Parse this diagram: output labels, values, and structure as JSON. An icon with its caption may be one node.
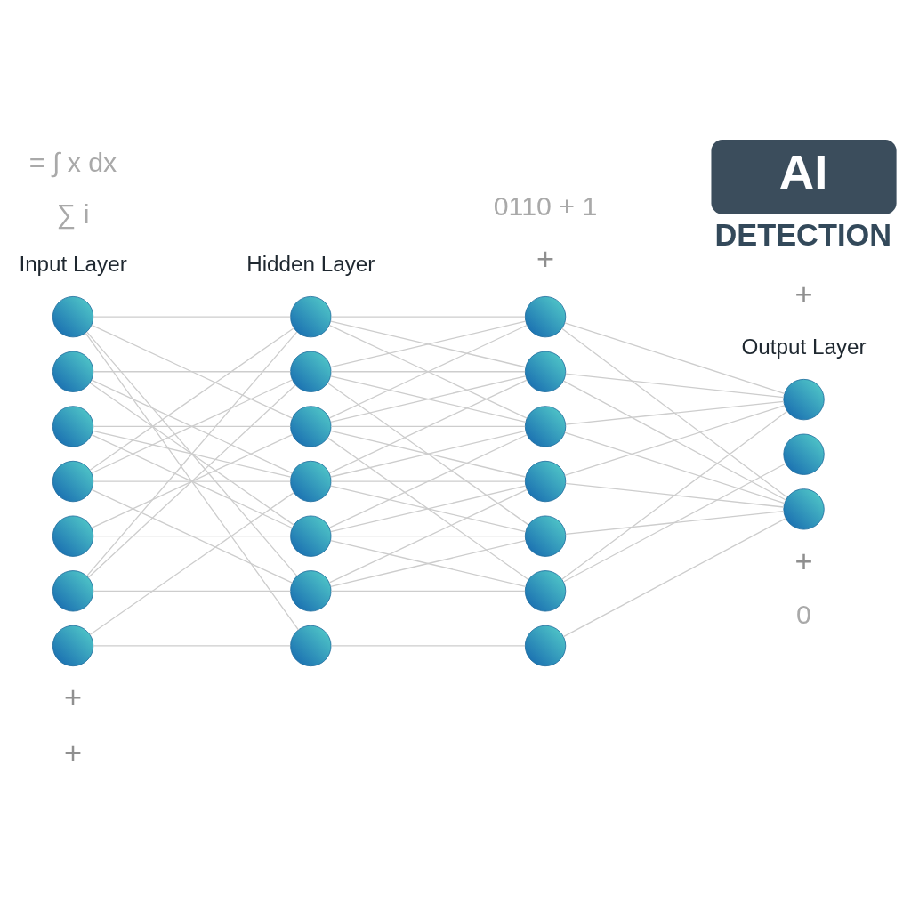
{
  "diagram": {
    "nodes": [
      {
        "text": [
          "AI"
        ],
        "beside": [
          "DETECTION"
        ]
      },
      {
        "text": [],
        "shape": "circle"
      },
      {
        "text": [],
        "shape": "circle"
      },
      {
        "text": [],
        "shape": "circle"
      },
      {
        "text": [],
        "shape": "circle"
      },
      {
        "text": [],
        "shape": "circle"
      },
      {
        "text": [],
        "shape": "circle"
      },
      {
        "text": [],
        "shape": "circle"
      },
      {
        "text": [],
        "shape": "circle"
      },
      {
        "text": [],
        "shape": "circle"
      },
      {
        "text": [],
        "shape": "circle"
      },
      {
        "text": [],
        "shape": "circle"
      },
      {
        "text": [],
        "shape": "circle"
      },
      {
        "text": [],
        "shape": "circle"
      },
      {
        "text": [],
        "shape": "circle"
      },
      {
        "text": [],
        "shape": "circle"
      },
      {
        "text": [],
        "shape": "circle"
      },
      {
        "text": [],
        "shape": "circle"
      },
      {
        "text": [],
        "shape": "circle"
      },
      {
        "text": [],
        "shape": "circle"
      },
      {
        "text": [],
        "shape": "circle"
      },
      {
        "text": [],
        "shape": "circle"
      },
      {
        "text": [],
        "shape": "circle"
      },
      {
        "text": [],
        "shape": "circle"
      },
      {
        "text": [],
        "shape": "circle"
      }
    ],
    "edges": [
      {
        "from": 1,
        "to": 8,
        "arrow": "none"
      },
      {
        "from": 1,
        "to": 10,
        "arrow": "none"
      },
      {
        "from": 1,
        "to": 13,
        "arrow": "none"
      },
      {
        "from": 1,
        "to": 14,
        "arrow": "none"
      },
      {
        "from": 2,
        "to": 9,
        "arrow": "none"
      },
      {
        "from": 2,
        "to": 11,
        "arrow": "none"
      },
      {
        "from": 2,
        "to": 12,
        "arrow": "none"
      },
      {
        "from": 3,
        "to": 10,
        "arrow": "none"
      },
      {
        "from": 3,
        "to": 11,
        "arrow": "none"
      },
      {
        "from": 3,
        "to": 12,
        "arrow": "none"
      },
      {
        "from": 4,
        "to": 8,
        "arrow": "none"
      },
      {
        "from": 4,
        "to": 9,
        "arrow": "none"
      },
      {
        "from": 4,
        "to": 11,
        "arrow": "none"
      },
      {
        "from": 4,
        "to": 13,
        "arrow": "none"
      },
      {
        "from": 5,
        "to": 10,
        "arrow": "none"
      },
      {
        "from": 5,
        "to": 12,
        "arrow": "none"
      },
      {
        "from": 6,
        "to": 8,
        "arrow": "none"
      },
      {
        "from": 6,
        "to": 9,
        "arrow": "none"
      },
      {
        "from": 6,
        "to": 13,
        "arrow": "none"
      },
      {
        "from": 7,
        "to": 11,
        "arrow": "none"
      },
      {
        "from": 7,
        "to": 14,
        "arrow": "none"
      },
      {
        "from": 8,
        "to": 15,
        "arrow": "none"
      },
      {
        "from": 8,
        "to": 16,
        "arrow": "none"
      },
      {
        "from": 8,
        "to": 17,
        "arrow": "none"
      },
      {
        "from": 9,
        "to": 15,
        "arrow": "none"
      },
      {
        "from": 9,
        "to": 16,
        "arrow": "none"
      },
      {
        "from": 9,
        "to": 17,
        "arrow": "none"
      },
      {
        "from": 9,
        "to": 19,
        "arrow": "none"
      },
      {
        "from": 10,
        "to": 15,
        "arrow": "none"
      },
      {
        "from": 10,
        "to": 16,
        "arrow": "none"
      },
      {
        "from": 10,
        "to": 17,
        "arrow": "none"
      },
      {
        "from": 10,
        "to": 18,
        "arrow": "none"
      },
      {
        "from": 10,
        "to": 20,
        "arrow": "none"
      },
      {
        "from": 11,
        "to": 16,
        "arrow": "none"
      },
      {
        "from": 11,
        "to": 17,
        "arrow": "none"
      },
      {
        "from": 11,
        "to": 18,
        "arrow": "none"
      },
      {
        "from": 11,
        "to": 19,
        "arrow": "none"
      },
      {
        "from": 12,
        "to": 17,
        "arrow": "none"
      },
      {
        "from": 12,
        "to": 18,
        "arrow": "none"
      },
      {
        "from": 12,
        "to": 19,
        "arrow": "none"
      },
      {
        "from": 12,
        "to": 20,
        "arrow": "none"
      },
      {
        "from": 13,
        "to": 18,
        "arrow": "none"
      },
      {
        "from": 13,
        "to": 19,
        "arrow": "none"
      },
      {
        "from": 13,
        "to": 20,
        "arrow": "none"
      },
      {
        "from": 14,
        "to": 21,
        "arrow": "none"
      },
      {
        "from": 15,
        "to": 22,
        "arrow": "none"
      },
      {
        "from": 15,
        "to": 24,
        "arrow": "none"
      },
      {
        "from": 16,
        "to": 22,
        "arrow": "none"
      },
      {
        "from": 16,
        "to": 24,
        "arrow": "none"
      },
      {
        "from": 17,
        "to": 22,
        "arrow": "none"
      },
      {
        "from": 17,
        "to": 24,
        "arrow": "none"
      },
      {
        "from": 18,
        "to": 22,
        "arrow": "none"
      },
      {
        "from": 18,
        "to": 24,
        "arrow": "none"
      },
      {
        "from": 19,
        "to": 24,
        "arrow": "none"
      },
      {
        "from": 20,
        "to": 22,
        "arrow": "none"
      },
      {
        "from": 20,
        "to": 23,
        "arrow": "none"
      },
      {
        "from": 21,
        "to": 24,
        "arrow": "none"
      }
    ],
    "labels": [
      "= ∫ x dx",
      "0110 + 1",
      "+",
      "∑ i",
      "Input Layer",
      "Hidden Layer",
      "+",
      "Output Layer",
      "+",
      "+",
      "0",
      "+"
    ]
  }
}
